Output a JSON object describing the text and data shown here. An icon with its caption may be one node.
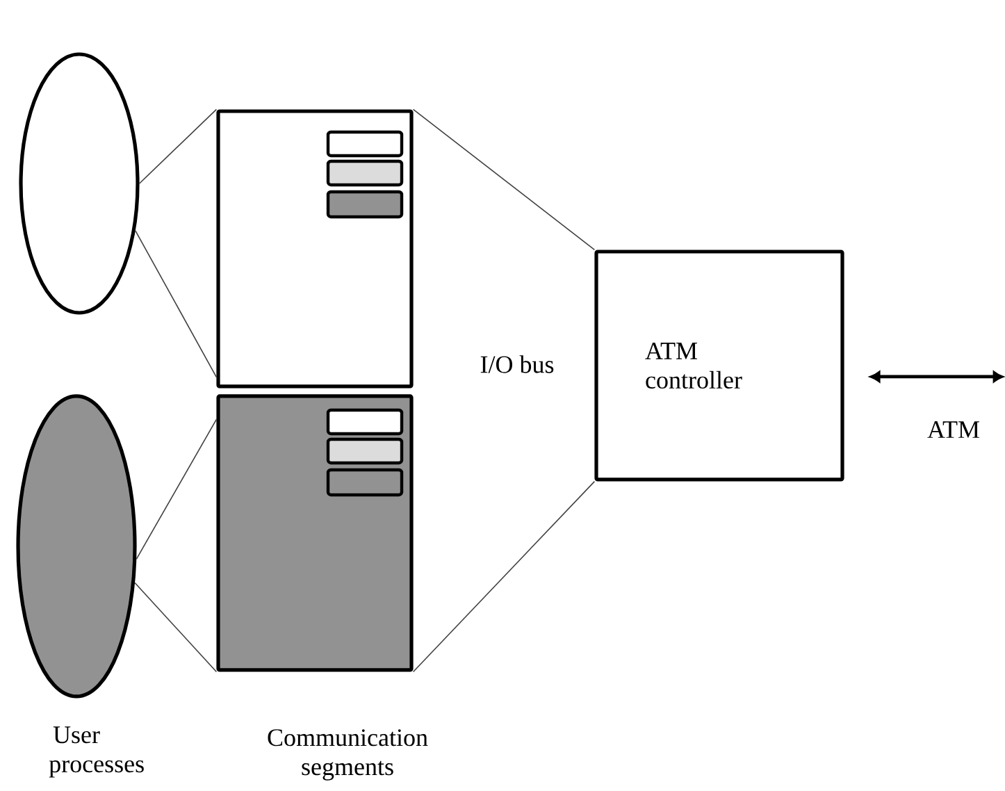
{
  "diagram": {
    "nodes": [
      {
        "text": [],
        "shape": "ellipse"
      },
      {
        "text": [],
        "shape": "ellipse"
      },
      {
        "text": [],
        "shape": "box"
      },
      {
        "text": [],
        "shape": "box"
      },
      {
        "text": [
          "ATM controller"
        ]
      }
    ],
    "edges": [
      {
        "from": 0,
        "to": 2,
        "arrow": "none"
      },
      {
        "from": 0,
        "to": 2,
        "arrow": "none"
      },
      {
        "from": 1,
        "to": 3,
        "arrow": "none"
      },
      {
        "from": 1,
        "to": 3,
        "arrow": "none"
      },
      {
        "from": 2,
        "to": 4,
        "arrow": "none"
      },
      {
        "from": 3,
        "to": 4,
        "arrow": "none"
      },
      {
        "from": 4,
        "to": null,
        "arrow": "both",
        "style": "thick",
        "label": "ATM"
      }
    ],
    "labels": [
      "I/O bus",
      "User processes",
      "Communication segments"
    ]
  }
}
